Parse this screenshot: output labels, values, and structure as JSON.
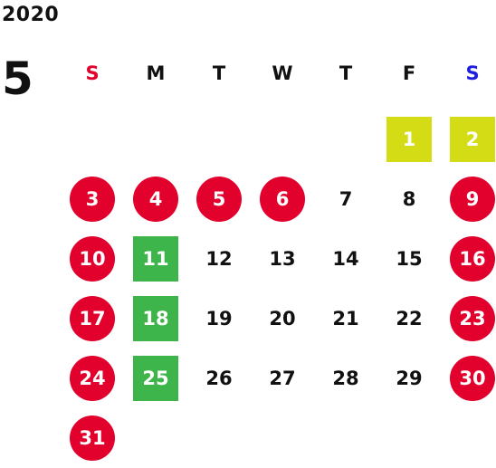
{
  "calendar": {
    "year": "2020",
    "month": "5",
    "colors": {
      "holiday": "#e2002c",
      "school": "#3db54a",
      "event": "#d3dc15",
      "sunday_header": "#e2002c",
      "saturday_header": "#1e1ee0",
      "weekday_header": "#111111"
    },
    "weekdays": [
      {
        "label": "S",
        "kind": "sunday"
      },
      {
        "label": "M",
        "kind": "weekday"
      },
      {
        "label": "T",
        "kind": "weekday"
      },
      {
        "label": "W",
        "kind": "weekday"
      },
      {
        "label": "T",
        "kind": "weekday"
      },
      {
        "label": "F",
        "kind": "weekday"
      },
      {
        "label": "S",
        "kind": "saturday"
      }
    ],
    "weeks": [
      [
        null,
        null,
        null,
        null,
        null,
        {
          "day": "1",
          "style": "event"
        },
        {
          "day": "2",
          "style": "event"
        }
      ],
      [
        {
          "day": "3",
          "style": "holiday"
        },
        {
          "day": "4",
          "style": "holiday"
        },
        {
          "day": "5",
          "style": "holiday"
        },
        {
          "day": "6",
          "style": "holiday"
        },
        {
          "day": "7",
          "style": "plain"
        },
        {
          "day": "8",
          "style": "plain"
        },
        {
          "day": "9",
          "style": "holiday"
        }
      ],
      [
        {
          "day": "10",
          "style": "holiday"
        },
        {
          "day": "11",
          "style": "school"
        },
        {
          "day": "12",
          "style": "plain"
        },
        {
          "day": "13",
          "style": "plain"
        },
        {
          "day": "14",
          "style": "plain"
        },
        {
          "day": "15",
          "style": "plain"
        },
        {
          "day": "16",
          "style": "holiday"
        }
      ],
      [
        {
          "day": "17",
          "style": "holiday"
        },
        {
          "day": "18",
          "style": "school"
        },
        {
          "day": "19",
          "style": "plain"
        },
        {
          "day": "20",
          "style": "plain"
        },
        {
          "day": "21",
          "style": "plain"
        },
        {
          "day": "22",
          "style": "plain"
        },
        {
          "day": "23",
          "style": "holiday"
        }
      ],
      [
        {
          "day": "24",
          "style": "holiday"
        },
        {
          "day": "25",
          "style": "school"
        },
        {
          "day": "26",
          "style": "plain"
        },
        {
          "day": "27",
          "style": "plain"
        },
        {
          "day": "28",
          "style": "plain"
        },
        {
          "day": "29",
          "style": "plain"
        },
        {
          "day": "30",
          "style": "holiday"
        }
      ],
      [
        {
          "day": "31",
          "style": "holiday"
        },
        null,
        null,
        null,
        null,
        null,
        null
      ]
    ]
  }
}
